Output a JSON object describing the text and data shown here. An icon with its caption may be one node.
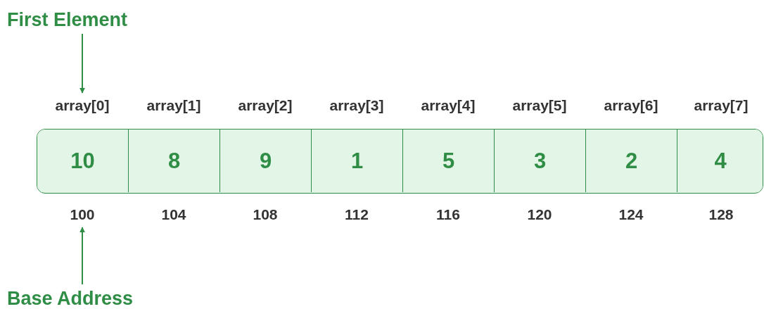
{
  "diagram": {
    "nodes": [
      {
        "text": [
          "First Element"
        ]
      },
      {
        "text": [
          "array[0]"
        ]
      },
      {
        "text": [],
        "shape": "box"
      },
      {
        "text": [
          "10"
        ],
        "in": 2
      },
      {
        "text": [
          "8"
        ],
        "in": 2
      },
      {
        "text": [
          "9"
        ],
        "in": 2
      },
      {
        "text": [
          "1"
        ],
        "in": 2
      },
      {
        "text": [
          "5"
        ],
        "in": 2
      },
      {
        "text": [
          "3"
        ],
        "in": 2
      },
      {
        "text": [
          "2"
        ],
        "in": 2
      },
      {
        "text": [
          "4"
        ],
        "in": 2
      },
      {
        "text": [
          "100"
        ]
      },
      {
        "text": [
          "Base Address"
        ]
      }
    ],
    "edges": [
      {
        "from": 0,
        "to": 1,
        "arrow": "to"
      },
      {
        "from": 12,
        "to": 11,
        "arrow": "to"
      }
    ],
    "labels": [
      "array[1]",
      "array[2]",
      "array[3]",
      "array[4]",
      "array[5]",
      "array[6]",
      "array[7]",
      "104",
      "108",
      "112",
      "116",
      "120",
      "124",
      "128"
    ]
  }
}
